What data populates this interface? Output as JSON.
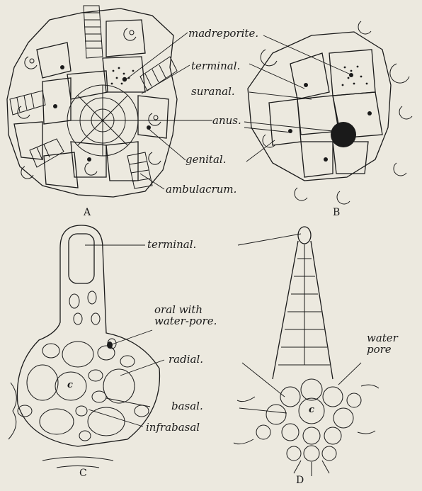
{
  "labels": {
    "madreporite": "madreporite.",
    "terminal_ab": "terminal.",
    "suranal": "suranal.",
    "anus": "anus.",
    "genital": "genital.",
    "ambulacrum": "ambulacrum.",
    "terminal_cd": "terminal.",
    "oral_water_pore": "oral with\nwater-pore.",
    "water_pore": "water\npore",
    "radial": "radial.",
    "basal": "basal.",
    "infrabasal": "infrabasal",
    "c_left": "c",
    "c_right": "c"
  },
  "panels": [
    "A",
    "B",
    "C",
    "D"
  ],
  "colors": {
    "ink": "#1a1a1a",
    "paper": "#ece9df"
  }
}
